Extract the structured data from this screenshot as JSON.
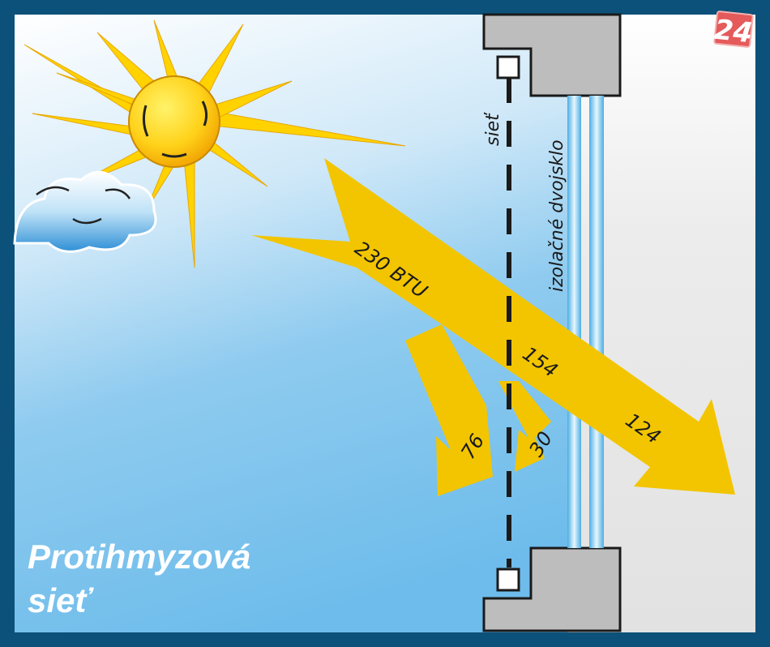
{
  "logo": {
    "text": "24"
  },
  "labels": {
    "screen": "sieť",
    "glass": "izolačné dvojsklo",
    "incoming": "230 BTU",
    "after_screen": "154",
    "reflected_screen": "76",
    "reflected_glass": "30",
    "transmitted": "124"
  },
  "title": {
    "line1": "Protihmyzová",
    "line2": "sieť"
  },
  "colors": {
    "frame": "#0b5179",
    "arrow": "#f2c500",
    "glass": "#6ec1ea",
    "window_frame": "#bdbdbd"
  }
}
